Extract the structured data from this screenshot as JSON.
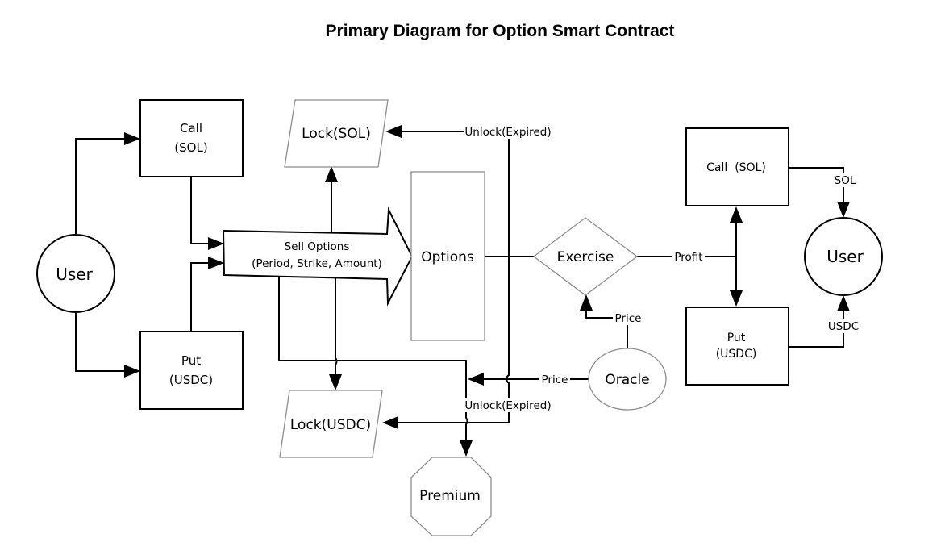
{
  "title": "Primary Diagram for Option Smart Contract",
  "nodes": {
    "user_left": "User",
    "call_left": [
      "Call",
      "(SOL)"
    ],
    "put_left": [
      "Put",
      "(USDC)"
    ],
    "sell_options": [
      "Sell Options",
      "(Period, Strike, Amount)"
    ],
    "lock_sol": "Lock(SOL)",
    "lock_usdc": "Lock(USDC)",
    "options": "Options",
    "exercise": "Exercise",
    "oracle": "Oracle",
    "premium": "Premium",
    "call_right": "Call  (SOL)",
    "put_right": [
      "Put",
      "(USDC)"
    ],
    "user_right": "User"
  },
  "edge_labels": {
    "unlock_expired_top": "Unlock(Expired)",
    "unlock_expired_bottom": "Unlock(Expired)",
    "profit": "Profit",
    "price_exercise": "Price",
    "price_bus": "Price",
    "sol": "SOL",
    "usdc": "USDC"
  }
}
